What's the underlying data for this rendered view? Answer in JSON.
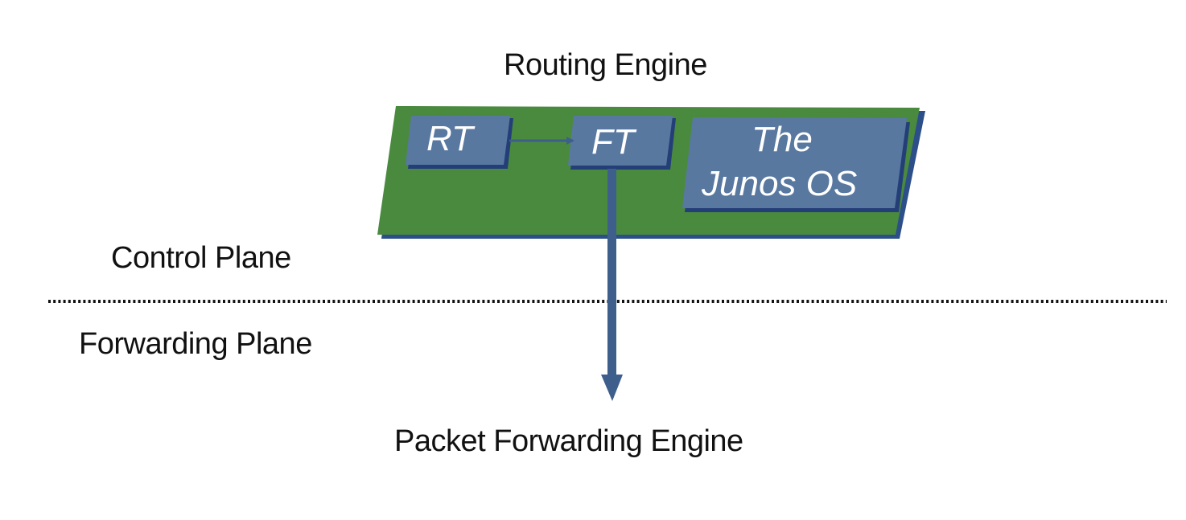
{
  "labels": {
    "routing_engine": "Routing Engine",
    "control_plane": "Control Plane",
    "forwarding_plane": "Forwarding Plane",
    "packet_forwarding_engine": "Packet Forwarding Engine"
  },
  "boxes": {
    "rt": "RT",
    "ft": "FT",
    "os_line1": "The",
    "os_line2": "Junos OS"
  },
  "colors": {
    "board": "#4a8a3f",
    "board_edge": "#2c4f8a",
    "box": "#5878a0",
    "box_shadow": "#243f78",
    "arrow": "#3e5e8c"
  }
}
